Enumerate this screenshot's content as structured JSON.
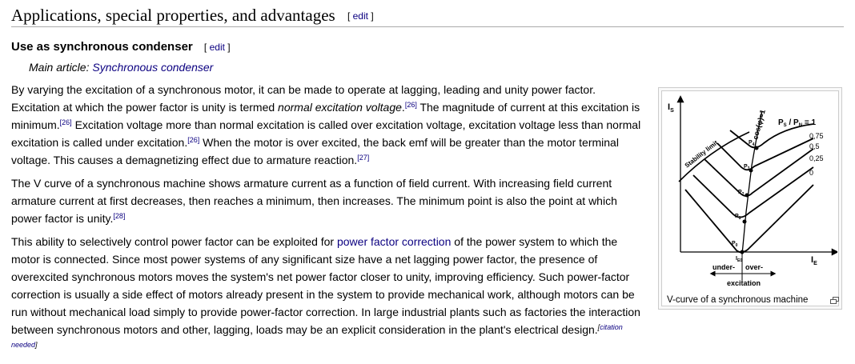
{
  "section": {
    "title": "Applications, special properties, and advantages",
    "edit_label": "edit"
  },
  "subsection": {
    "title": "Use as synchronous condenser",
    "edit_label": "edit",
    "hatnote_prefix": "Main article: ",
    "hatnote_link": "Synchronous condenser"
  },
  "paragraph1": {
    "t1": "By varying the excitation of a synchronous motor, it can be made to operate at lagging, leading and unity power factor. Excitation at which the power factor is unity is termed ",
    "t1_italic": "normal excitation voltage",
    "t1_end": ".",
    "ref1": "[26]",
    "t2": " The magnitude of current at this excitation is minimum.",
    "ref2": "[26]",
    "t3": " Excitation voltage more than normal excitation is called over excitation voltage, excitation voltage less than normal excitation is called under excitation.",
    "ref3": "[26]",
    "t4": " When the motor is over excited, the back emf will be greater than the motor terminal voltage. This causes a demagnetizing effect due to armature reaction.",
    "ref4": "[27]"
  },
  "paragraph2": {
    "text": "The V curve of a synchronous machine shows armature current as a function of field current. With increasing field current armature current at first decreases, then reaches a minimum, then increases. The minimum point is also the point at which power factor is unity.",
    "ref": "[28]"
  },
  "paragraph3": {
    "t1": "This ability to selectively control power factor can be exploited for ",
    "link": "power factor correction",
    "t2": " of the power system to which the motor is connected. Since most power systems of any significant size have a net lagging power factor, the presence of overexcited synchronous motors moves the system's net power factor closer to unity, improving efficiency. Such power-factor correction is usually a side effect of motors already present in the system to provide mechanical work, although motors can be run without mechanical load simply to provide power-factor correction. In large industrial plants such as factories the interaction between synchronous motors and other, lagging, loads may be an explicit consideration in the plant's electrical design.",
    "cn_open": "[",
    "cn_text": "citation needed",
    "cn_close": "]"
  },
  "figure": {
    "caption": "V-curve of a synchronous machine",
    "magnify_icon": "enlarge-icon",
    "y_axis_label": "I",
    "y_axis_sub": "S",
    "x_axis_label": "I",
    "x_axis_sub": "E",
    "stability_label": "Stability limit",
    "cos_label": "cos(φ)=1",
    "ratio_label_main": "P",
    "ratio_label_s": "S",
    "ratio_label_slash": " / P",
    "ratio_label_n": "N",
    "ratio_label_eq": " = 1",
    "curve_labels": [
      "0,75",
      "0,5",
      "0,25",
      "0"
    ],
    "points": [
      "P",
      "P",
      "P",
      "P",
      "P"
    ],
    "point_subs": [
      "4",
      "3",
      "2",
      "1",
      "0"
    ],
    "ie0_label": "I",
    "ie0_sub": "E0",
    "under_label": "under-",
    "over_label": "over-",
    "excitation_label": "excitation"
  }
}
